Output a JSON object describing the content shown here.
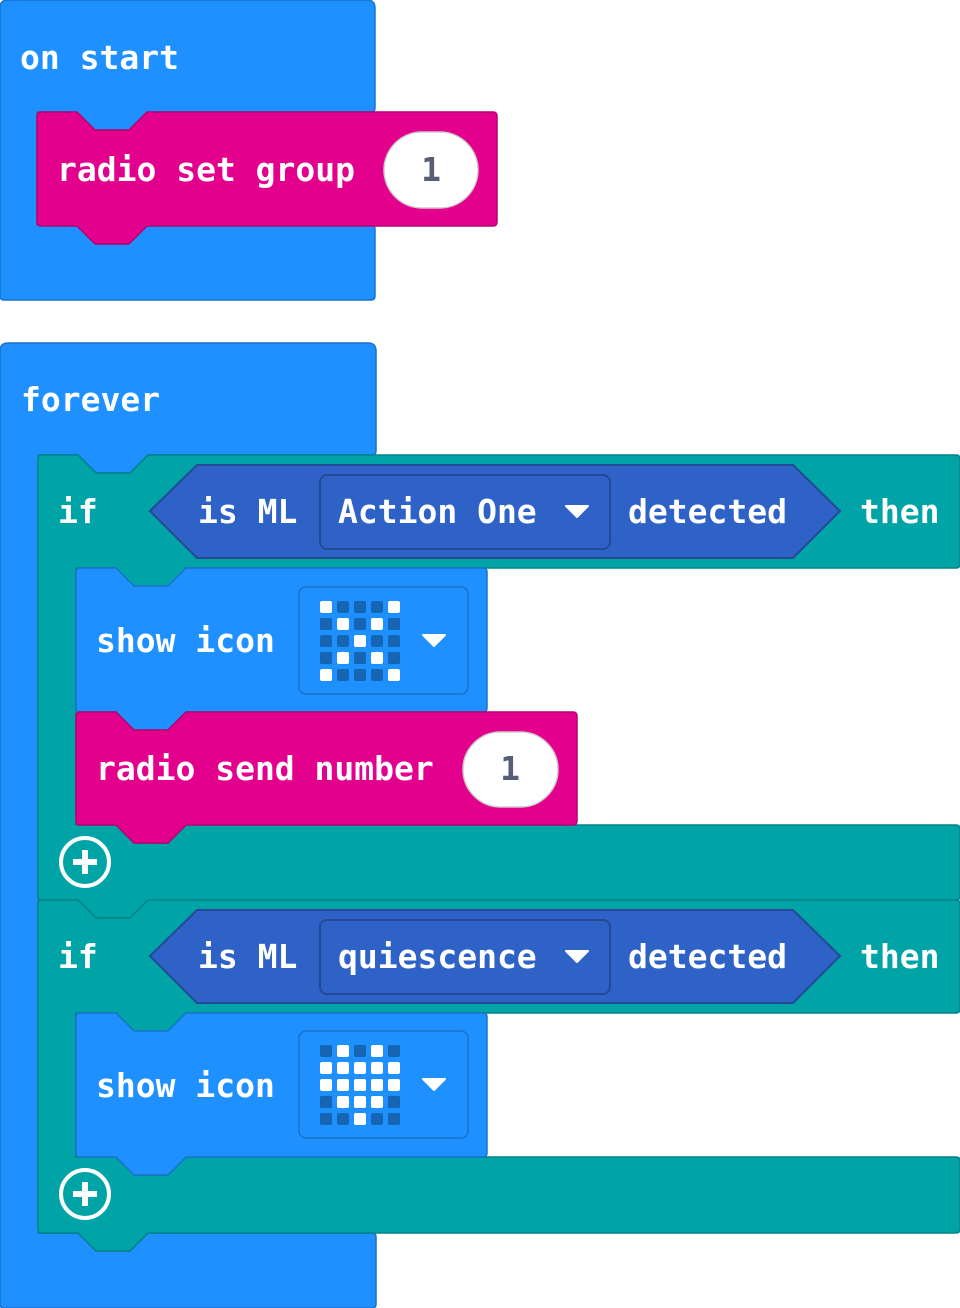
{
  "colors": {
    "basic": "#1E90FF",
    "radio": "#E3008C",
    "logic": "#00A4A6",
    "ml": "#2E62C7"
  },
  "on_start": {
    "label": "on start",
    "radio_set_group": {
      "label": "radio set group",
      "value": "1"
    }
  },
  "forever": {
    "label": "forever",
    "if_blocks": [
      {
        "if_label": "if",
        "is_ml_label": "is ML",
        "action": "Action One",
        "detected_label": "detected",
        "then_label": "then",
        "show_icon": {
          "label": "show icon",
          "icon": "x-icon",
          "leds": [
            [
              1,
              0,
              0,
              0,
              1
            ],
            [
              0,
              1,
              0,
              1,
              0
            ],
            [
              0,
              0,
              1,
              0,
              0
            ],
            [
              0,
              1,
              0,
              1,
              0
            ],
            [
              1,
              0,
              0,
              0,
              1
            ]
          ]
        },
        "radio_send_number": {
          "label": "radio send number",
          "value": "1"
        }
      },
      {
        "if_label": "if",
        "is_ml_label": "is ML",
        "action": "quiescence",
        "detected_label": "detected",
        "then_label": "then",
        "show_icon": {
          "label": "show icon",
          "icon": "heart-icon",
          "leds": [
            [
              0,
              1,
              0,
              1,
              0
            ],
            [
              1,
              1,
              1,
              1,
              1
            ],
            [
              1,
              1,
              1,
              1,
              1
            ],
            [
              0,
              1,
              1,
              1,
              0
            ],
            [
              0,
              0,
              1,
              0,
              0
            ]
          ]
        }
      }
    ]
  }
}
